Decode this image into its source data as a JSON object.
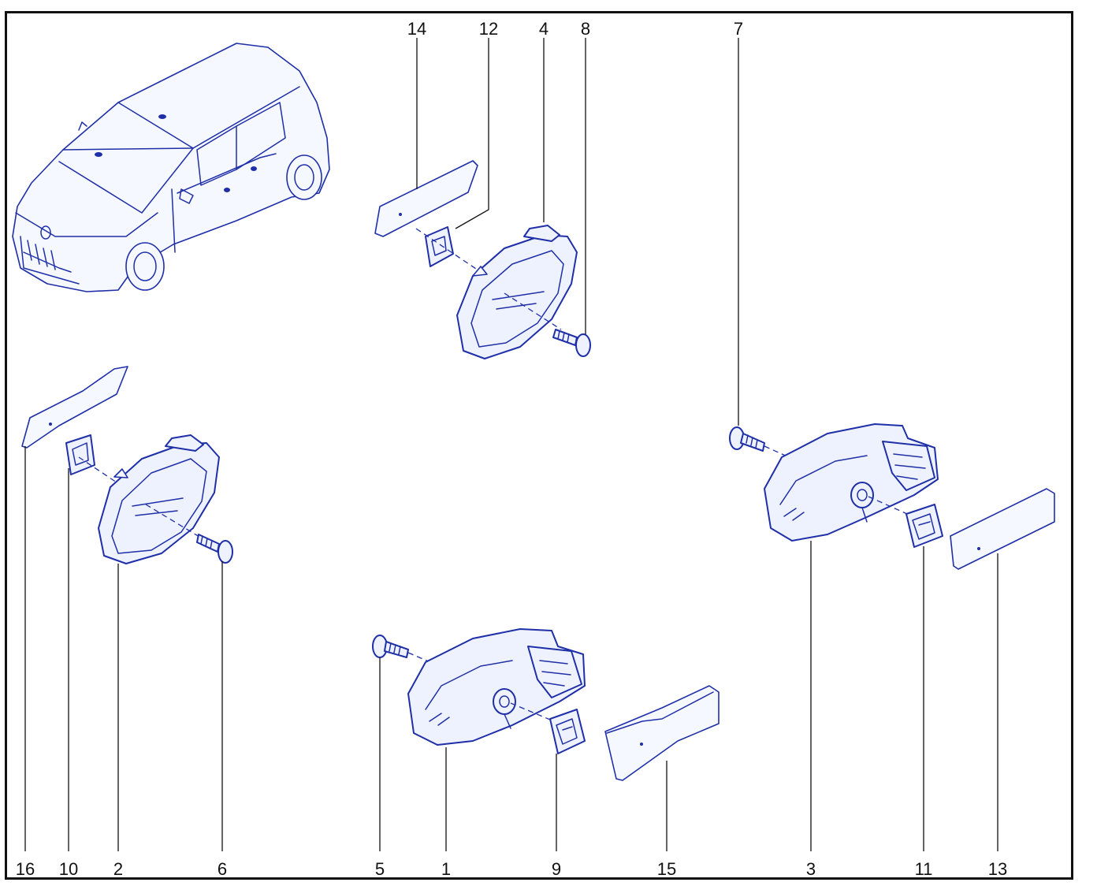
{
  "callouts": {
    "c1": "1",
    "c2": "2",
    "c3": "3",
    "c4": "4",
    "c5": "5",
    "c6": "6",
    "c7": "7",
    "c8": "8",
    "c9": "9",
    "c10": "10",
    "c11": "11",
    "c12": "12",
    "c13": "13",
    "c14": "14",
    "c15": "15",
    "c16": "16"
  },
  "colors": {
    "line": "#1f2fa8",
    "fill": "#eef2ff",
    "frame": "#111111"
  }
}
